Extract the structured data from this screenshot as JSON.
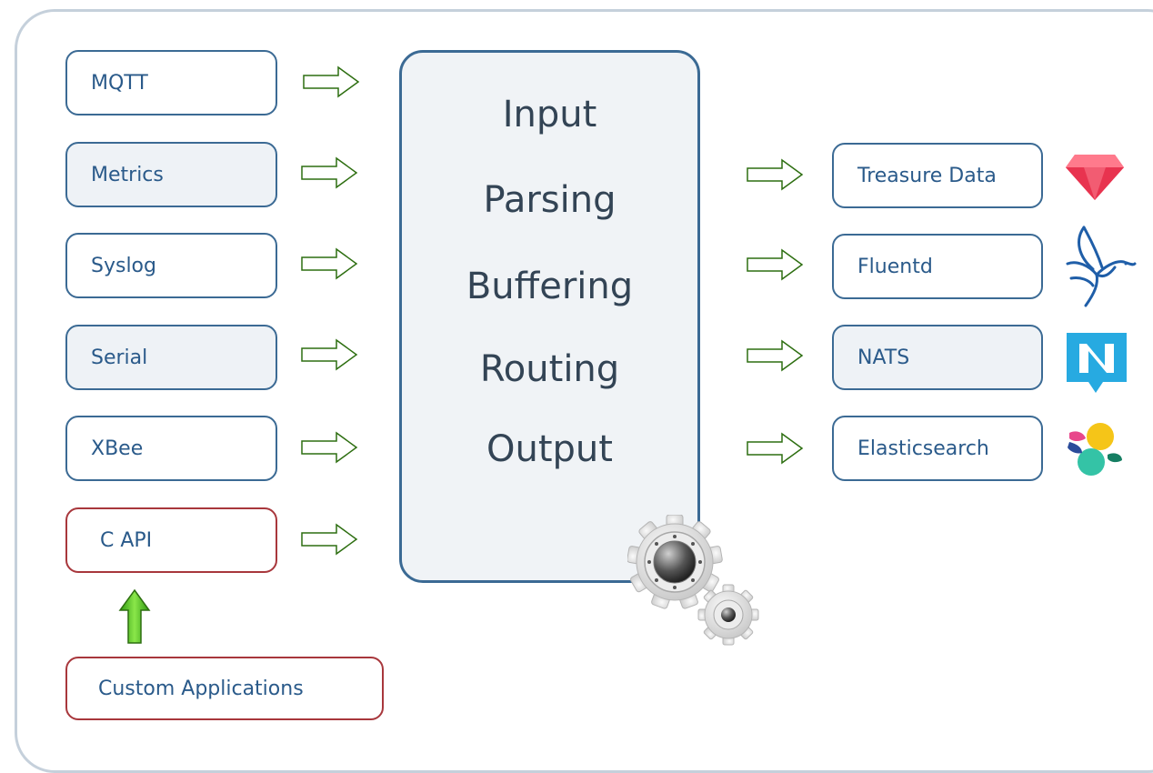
{
  "inputs": [
    {
      "label": "MQTT"
    },
    {
      "label": "Metrics"
    },
    {
      "label": "Syslog"
    },
    {
      "label": "Serial"
    },
    {
      "label": "XBee"
    },
    {
      "label": "C API"
    }
  ],
  "custom_app": {
    "label": "Custom Applications"
  },
  "core": {
    "stages": [
      "Input",
      "Parsing",
      "Buffering",
      "Routing",
      "Output"
    ]
  },
  "outputs": [
    {
      "label": "Treasure Data",
      "icon": "treasure-data-logo-icon"
    },
    {
      "label": "Fluentd",
      "icon": "fluentd-bird-logo-icon"
    },
    {
      "label": "NATS",
      "icon": "nats-logo-icon"
    },
    {
      "label": "Elasticsearch",
      "icon": "elasticsearch-logo-icon"
    }
  ],
  "colors": {
    "box_border": "#3b6a94",
    "api_border": "#a8373c",
    "arrow_green": "#4cc21a",
    "text_blue": "#2a5a8a",
    "frame": "#c5d0db"
  }
}
